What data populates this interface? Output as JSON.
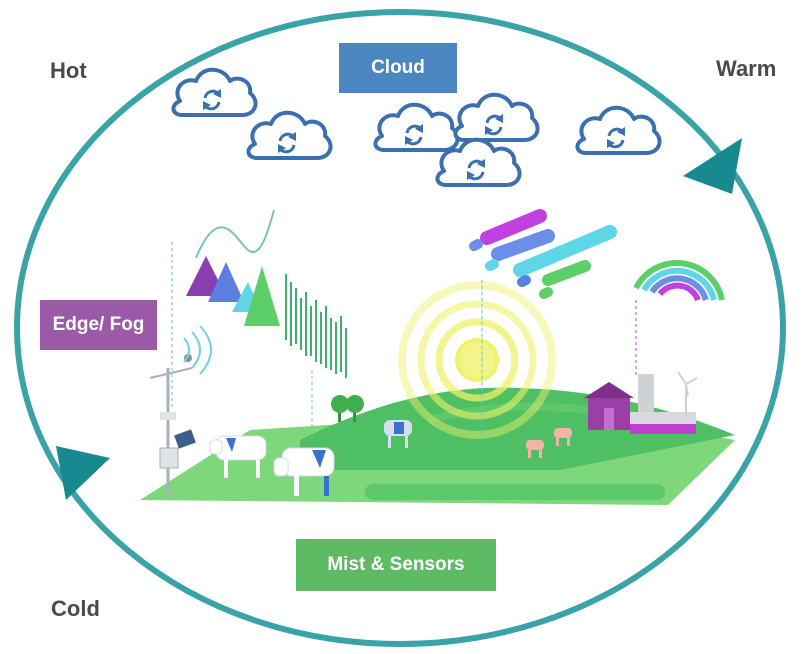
{
  "labels": {
    "hot": "Hot",
    "warm": "Warm",
    "cold": "Cold"
  },
  "tiers": {
    "cloud": {
      "label": "Cloud",
      "color": "#4a86c0"
    },
    "edge_fog": {
      "label": "Edge/ Fog",
      "color": "#9b5aa8"
    },
    "mist_sensors": {
      "label": "Mist & Sensors",
      "color": "#5dbb63"
    }
  },
  "colors": {
    "cycle_ring": "#3aa3a8",
    "cycle_arrow": "#18898e",
    "cloud_icon": "#3a6fb0",
    "field": "#7ed77a",
    "hill": "#4fbf63",
    "barn": "#9b3fa6"
  },
  "icons": [
    "cloud-sync-icon",
    "weather-station-icon",
    "cow-icon",
    "pig-icon",
    "barn-icon",
    "wind-turbine-icon",
    "tree-icon",
    "sun-icon",
    "signal-icon"
  ]
}
